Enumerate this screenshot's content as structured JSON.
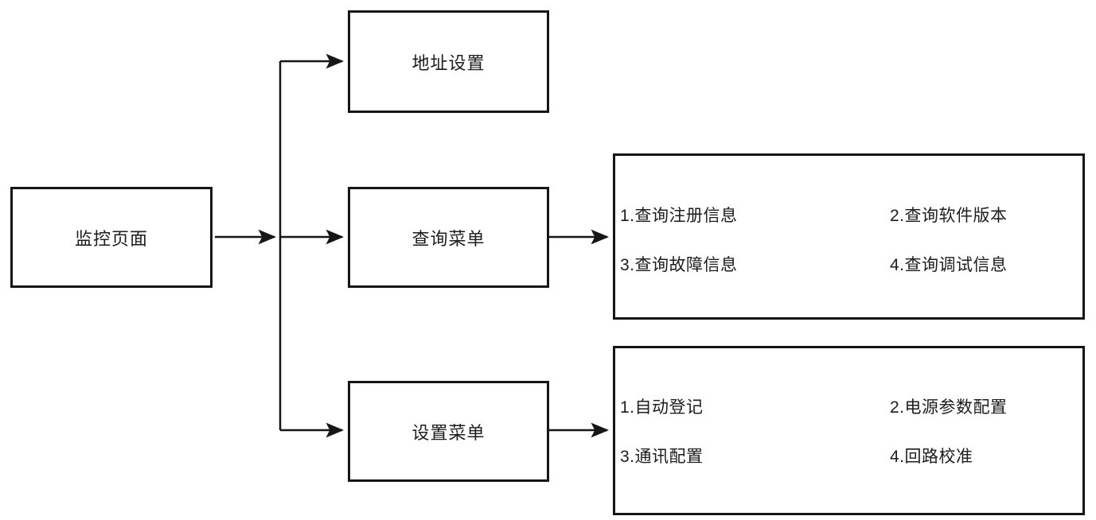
{
  "nodes": {
    "root": "监控页面",
    "address": "地址设置",
    "query": "查询菜单",
    "settings": "设置菜单"
  },
  "query_menu": {
    "items": [
      "1.查询注册信息",
      "2.查询软件版本",
      "3.查询故障信息",
      "4.查询调试信息"
    ]
  },
  "settings_menu": {
    "items": [
      "1.自动登记",
      "2.电源参数配置",
      "3.通讯配置",
      "4.回路校准"
    ]
  },
  "edges": [
    "监控页面 -> 地址设置",
    "监控页面 -> 查询菜单",
    "监控页面 -> 设置菜单",
    "查询菜单 -> 查询菜单项",
    "设置菜单 -> 设置菜单项"
  ],
  "colors": {
    "line": "#161616",
    "text": "#1d1d1d",
    "background": "#ffffff"
  }
}
